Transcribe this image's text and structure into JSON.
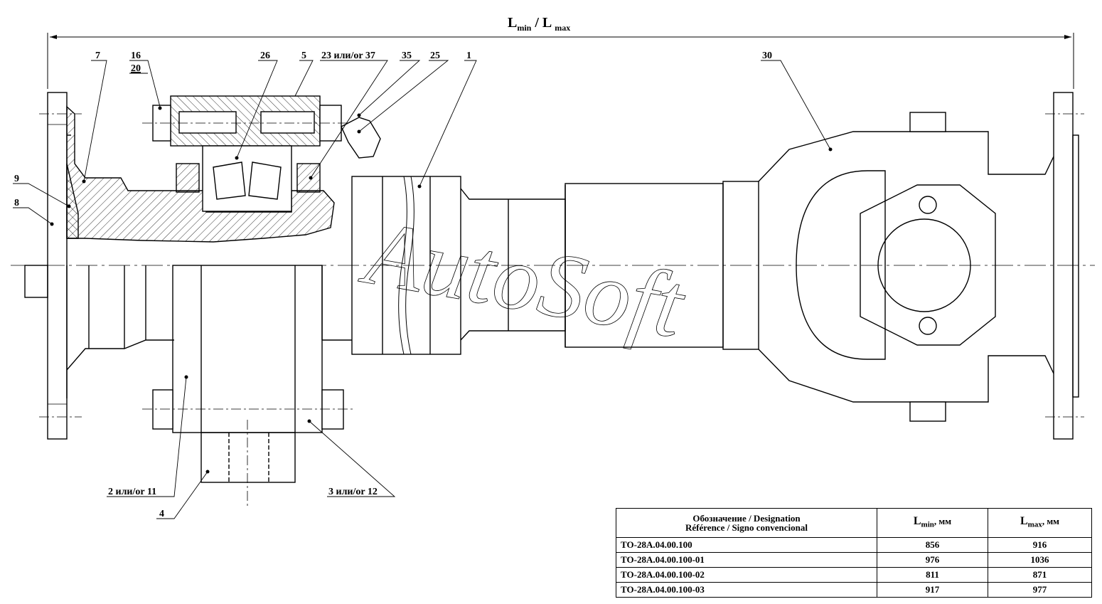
{
  "dimension": {
    "symbol": "L",
    "min_sub": "min",
    "sep": " / ",
    "max_sub": "max"
  },
  "callouts": {
    "p7": "7",
    "p16": "16",
    "p20": "20",
    "p26": "26",
    "p5": "5",
    "p23": "23 или/or 37",
    "p35": "35",
    "p25": "25",
    "p1": "1",
    "p30": "30",
    "p9": "9",
    "p8": "8",
    "p2": "2 или/or 11",
    "p4": "4",
    "p3": "3 или/or 12"
  },
  "watermark": "AutoSoft",
  "table": {
    "header_designation_1": "Обозначение / Designation",
    "header_designation_2": "Référence / Signo convencional",
    "header_lmin": {
      "symbol": "L",
      "sub": "min",
      "unit": ", мм"
    },
    "header_lmax": {
      "symbol": "L",
      "sub": "max",
      "unit": ", мм"
    },
    "rows": [
      {
        "designation": "ТО-28А.04.00.100",
        "lmin": "856",
        "lmax": "916"
      },
      {
        "designation": "ТО-28А.04.00.100-01",
        "lmin": "976",
        "lmax": "1036"
      },
      {
        "designation": "ТО-28А.04.00.100-02",
        "lmin": "811",
        "lmax": "871"
      },
      {
        "designation": "ТО-28А.04.00.100-03",
        "lmin": "917",
        "lmax": "977"
      }
    ]
  }
}
